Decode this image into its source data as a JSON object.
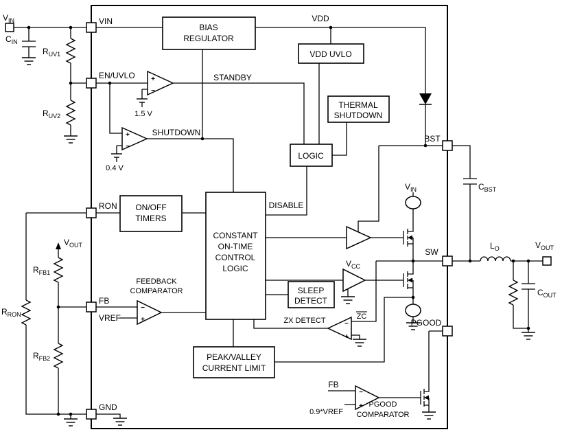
{
  "diagram": {
    "pins": {
      "vin": "VIN",
      "en_uvlo": "EN/UVLO",
      "ron": "RON",
      "fb": "FB",
      "vref": "VREF",
      "gnd": "GND",
      "bst": "BST",
      "sw": "SW",
      "pgood": "PGOOD"
    },
    "blocks": {
      "bias_line1": "BIAS",
      "bias_line2": "REGULATOR",
      "vdd_uvlo": "VDD UVLO",
      "thermal_line1": "THERMAL",
      "thermal_line2": "SHUTDOWN",
      "logic": "LOGIC",
      "timers_line1": "ON/OFF",
      "timers_line2": "TIMERS",
      "cot_line1": "CONSTANT",
      "cot_line2": "ON-TIME",
      "cot_line3": "CONTROL",
      "cot_line4": "LOGIC",
      "sleep_line1": "SLEEP",
      "sleep_line2": "DETECT",
      "peak_line1": "PEAK/VALLEY",
      "peak_line2": "CURRENT LIMIT"
    },
    "signals": {
      "vdd": "VDD",
      "standby": "STANDBY",
      "shutdown": "SHUTDOWN",
      "disable": "DISABLE",
      "zx_detect": "ZX DETECT",
      "zc": "ZC",
      "fbcomp_line1": "FEEDBACK",
      "fbcomp_line2": "COMPARATOR",
      "pgcomp_line1": "PGOOD",
      "pgcomp_line2": "COMPARATOR",
      "fb_internal": "FB",
      "pgood_ref": "0.9*VREF",
      "en_ref": "1.5 V",
      "shutdown_ref": "0.4 V",
      "plus": "+",
      "minus": "−"
    },
    "components": {
      "vin_term": {
        "main": "V",
        "sub": "IN"
      },
      "cin": {
        "main": "C",
        "sub": "IN"
      },
      "ruv1": {
        "main": "R",
        "sub": "UV1"
      },
      "ruv2": {
        "main": "R",
        "sub": "UV2"
      },
      "rron": {
        "main": "R",
        "sub": "RON"
      },
      "rfb1": {
        "main": "R",
        "sub": "FB1"
      },
      "rfb2": {
        "main": "R",
        "sub": "FB2"
      },
      "vout_left": {
        "main": "V",
        "sub": "OUT"
      },
      "vin_internal": {
        "main": "V",
        "sub": "IN"
      },
      "vcc": {
        "main": "V",
        "sub": "CC"
      },
      "cbst": {
        "main": "C",
        "sub": "BST"
      },
      "lo": {
        "main": "L",
        "sub": "O"
      },
      "cout": {
        "main": "C",
        "sub": "OUT"
      },
      "vout_right": {
        "main": "V",
        "sub": "OUT"
      }
    }
  }
}
